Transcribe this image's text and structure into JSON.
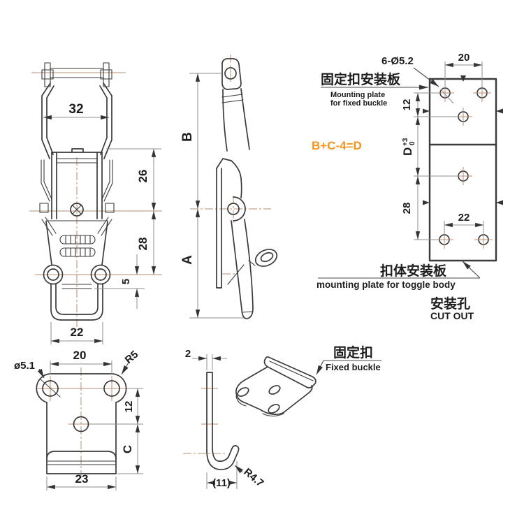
{
  "drawing": {
    "front": {
      "w32": "32",
      "d26": "26",
      "d28": "28",
      "d5": "5",
      "w22": "22"
    },
    "side": {
      "b": "B",
      "a": "A"
    },
    "plate": {
      "hole_spec": "6-Ø5.2",
      "s20": "20",
      "r12": "12",
      "d": "D",
      "d_sup": "+3",
      "d_sub": "0",
      "r28": "28",
      "s22": "22",
      "cn_top": "固定扣安装板",
      "en_top1": "Mounting plate",
      "en_top2": "for fixed buckle",
      "formula": "B+C-4=D",
      "cn_bottom": "扣体安装板",
      "en_bottom": "mounting plate for toggle body",
      "cn_cutout": "安装孔",
      "en_cutout": "CUT OUT"
    },
    "buckle_top": {
      "dia": "ø5.1",
      "s20": "20",
      "r5": "R5",
      "r12": "12",
      "c": "C",
      "w23": "23"
    },
    "buckle_profile": {
      "t2": "2",
      "len11": "(11)",
      "r47": "R4.7"
    },
    "buckle_3d": {
      "cn": "固定扣",
      "en": "Fixed buckle"
    }
  },
  "colors": {
    "line": "#3a3a3a",
    "dim": "#8f8f8f",
    "center": "#b98c72",
    "ink": "#1d1d1d",
    "accent": "#f7941d",
    "bg": "#ffffff"
  }
}
